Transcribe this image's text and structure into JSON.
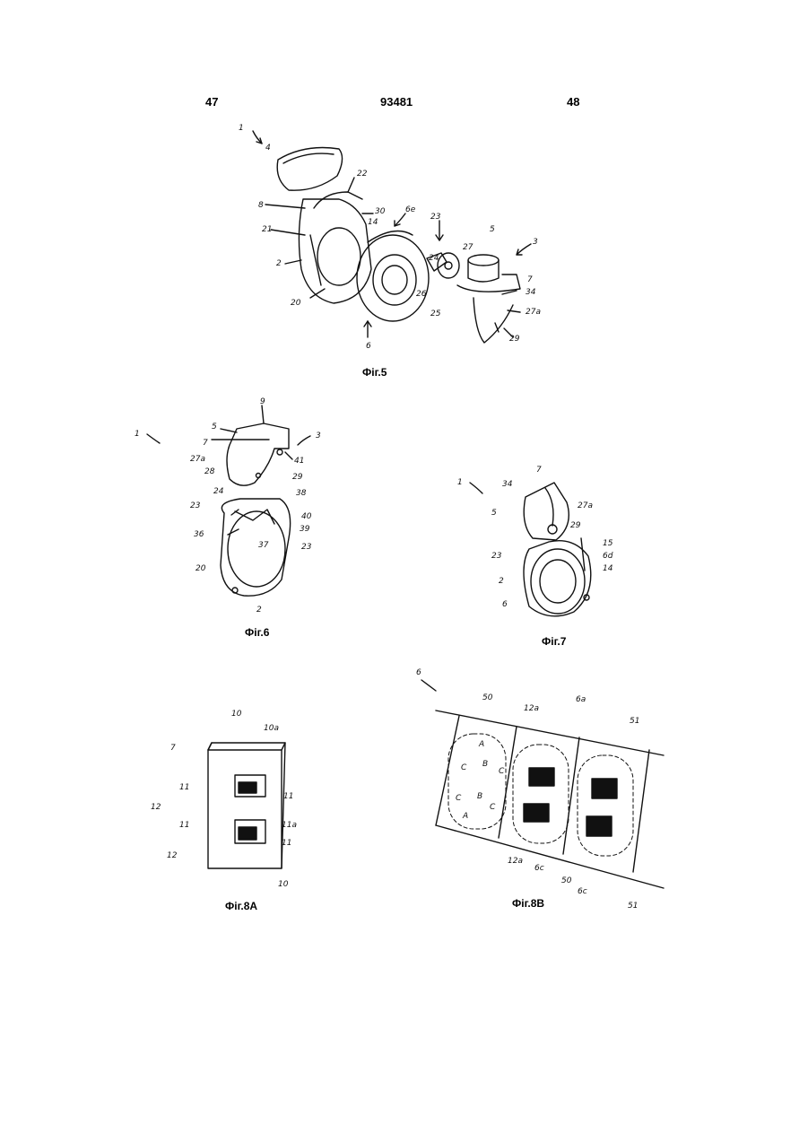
{
  "header": {
    "left_page": "47",
    "patent_number": "93481",
    "right_page": "48"
  },
  "figures": {
    "fig5": {
      "caption": "Фіг.5",
      "labels": [
        "1",
        "4",
        "22",
        "8",
        "30",
        "14",
        "6e",
        "23",
        "21",
        "24",
        "27",
        "5",
        "3",
        "2",
        "7",
        "34",
        "26",
        "25",
        "27a",
        "20",
        "29",
        "6"
      ]
    },
    "fig6": {
      "caption": "Фіг.6",
      "labels": [
        "9",
        "1",
        "5",
        "3",
        "7",
        "41",
        "27a",
        "28",
        "29",
        "38",
        "24",
        "23",
        "40",
        "36",
        "39",
        "37",
        "23",
        "20",
        "2"
      ]
    },
    "fig7": {
      "caption": "Фіг.7",
      "labels": [
        "7",
        "1",
        "34",
        "27a",
        "5",
        "29",
        "15",
        "23",
        "6d",
        "14",
        "2",
        "6"
      ]
    },
    "fig8a": {
      "caption": "Фіг.8A",
      "labels": [
        "10",
        "10a",
        "7",
        "11",
        "11",
        "12",
        "11",
        "11a",
        "11",
        "12",
        "10"
      ]
    },
    "fig8b": {
      "caption": "Фіг.8B",
      "labels": [
        "6",
        "50",
        "12a",
        "6a",
        "51",
        "A",
        "C",
        "B",
        "C",
        "C",
        "B",
        "C",
        "A",
        "12a",
        "6c",
        "50",
        "6c",
        "51"
      ]
    }
  }
}
